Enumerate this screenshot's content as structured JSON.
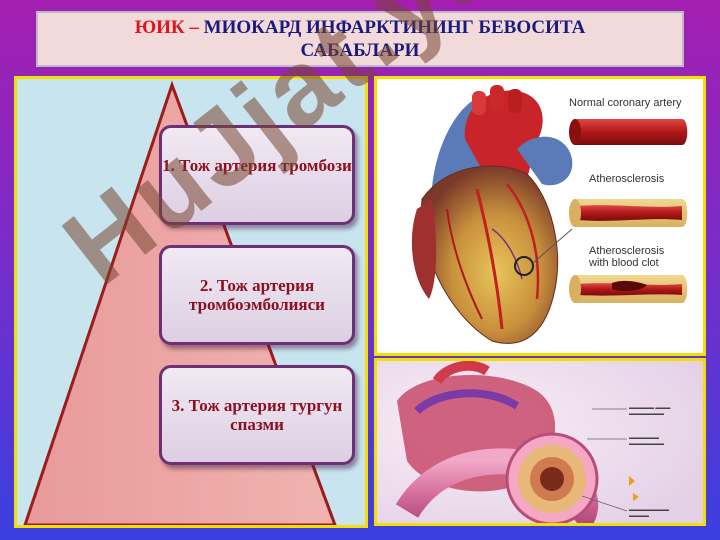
{
  "title": {
    "highlight": "ЮИК – ",
    "main": "МИОКАРД ИНФАРКТИНИНГ БЕВОСИТА САБАБЛАРИ"
  },
  "causes": [
    {
      "label": "1. Тож артерия тромбози"
    },
    {
      "label": "2. Тож артерия тромбоэмболияси"
    },
    {
      "label": "3. Тож артерия тургун спазми"
    }
  ],
  "figure_top": {
    "labels": {
      "normal": "Normal coronary artery",
      "athero": "Atherosclerosis",
      "clot_line1": "Atherosclerosis",
      "clot_line2": "with blood clot"
    }
  },
  "watermark": "HuJjat.ya",
  "colors": {
    "title_red": "#e0141c",
    "title_blue": "#1a1a7a",
    "frame_yellow": "#f2e100",
    "box_border": "#6d2f76"
  }
}
